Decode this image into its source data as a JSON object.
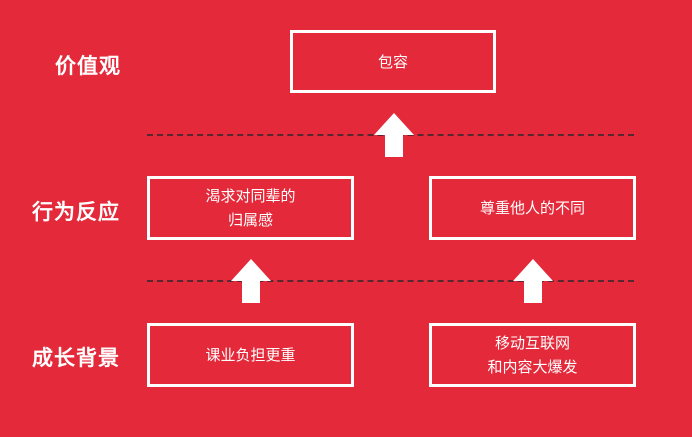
{
  "rows": {
    "values": "价值观",
    "behavior": "行为反应",
    "background": "成长背景"
  },
  "boxes": {
    "inclusion": [
      "包容"
    ],
    "peer_recognition": [
      "渴求对同辈的",
      "归属感"
    ],
    "respect_difference": [
      "尊重他人的不同"
    ],
    "school_workload": [
      "课业负担更重"
    ],
    "internet_boom": [
      "移动互联网",
      "和内容大爆发"
    ]
  },
  "colors": {
    "background": "#e4293a",
    "foreground": "#ffffff",
    "divider": "#5a2630"
  }
}
